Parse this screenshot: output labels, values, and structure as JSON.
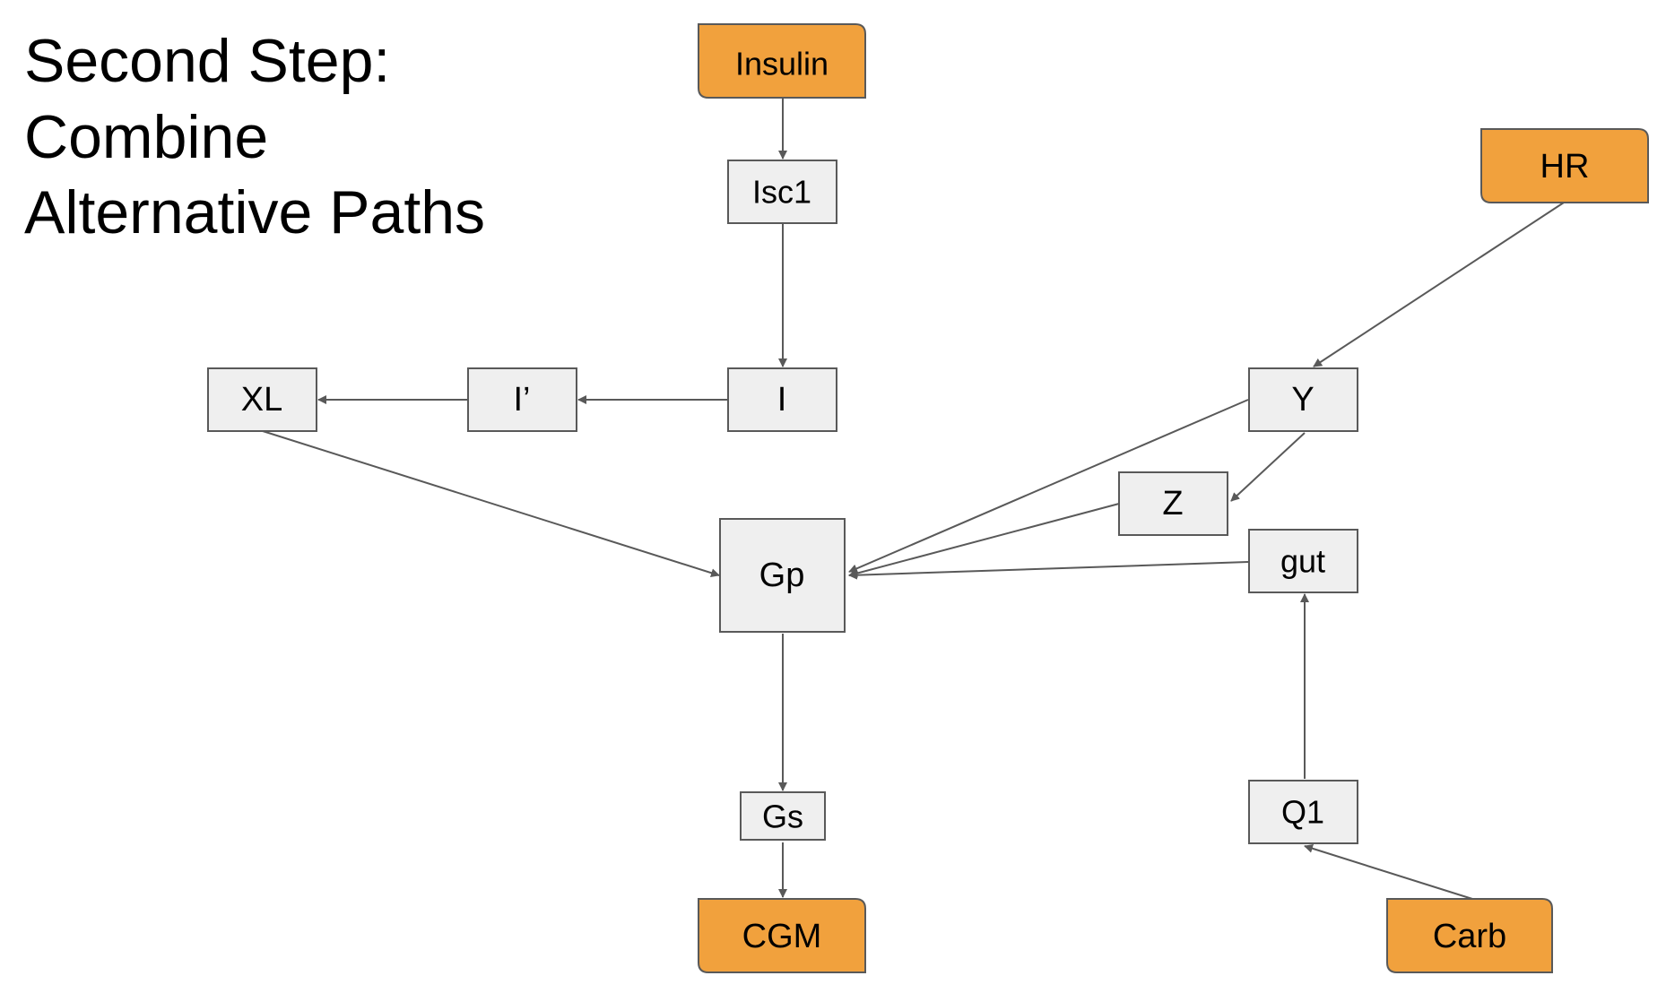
{
  "title": {
    "lines": [
      "Second Step:",
      "Combine",
      "Alternative Paths"
    ]
  },
  "colors": {
    "input_fill": "#f1a13d",
    "node_fill": "#efefef",
    "stroke": "#595959",
    "edge": "#595959"
  },
  "nodes": {
    "insulin": "Insulin",
    "isc1": "Isc1",
    "i": "I",
    "i_prime": "I’",
    "xl": "XL",
    "gp": "Gp",
    "gs": "Gs",
    "cgm": "CGM",
    "hr": "HR",
    "y": "Y",
    "z": "Z",
    "gut": "gut",
    "q1": "Q1",
    "carb": "Carb"
  },
  "edges": [
    {
      "from": "insulin",
      "to": "isc1"
    },
    {
      "from": "isc1",
      "to": "i"
    },
    {
      "from": "i",
      "to": "i_prime"
    },
    {
      "from": "i_prime",
      "to": "xl"
    },
    {
      "from": "xl",
      "to": "gp"
    },
    {
      "from": "hr",
      "to": "y"
    },
    {
      "from": "y",
      "to": "z"
    },
    {
      "from": "y",
      "to": "gp"
    },
    {
      "from": "z",
      "to": "gp"
    },
    {
      "from": "gut",
      "to": "gp"
    },
    {
      "from": "q1",
      "to": "gut"
    },
    {
      "from": "carb",
      "to": "q1"
    },
    {
      "from": "gp",
      "to": "gs"
    },
    {
      "from": "gs",
      "to": "cgm"
    }
  ]
}
